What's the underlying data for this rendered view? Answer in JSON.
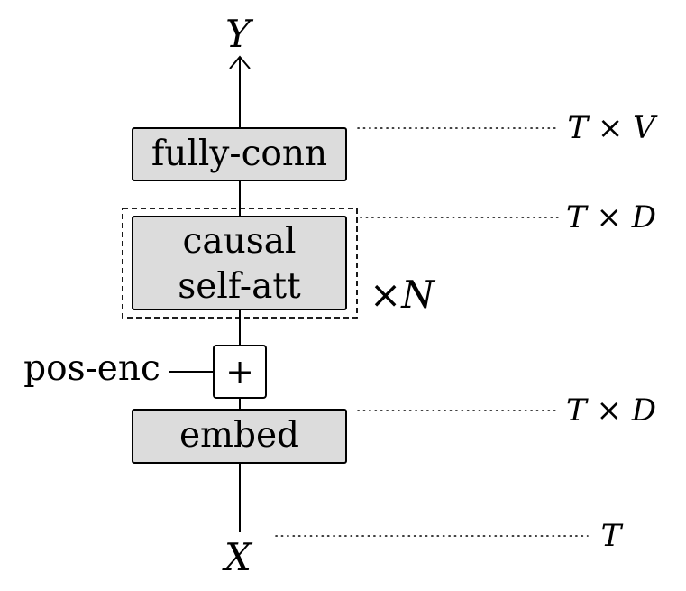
{
  "output_label": "Y",
  "input_label": "X",
  "blocks": {
    "fully_conn": "fully-conn",
    "attention_line1": "causal",
    "attention_line2": "self-att",
    "embed": "embed"
  },
  "repeat_label": "×N",
  "add_symbol": "+",
  "pos_enc_label": "pos-enc",
  "dims": {
    "fully_conn": "T × V",
    "attention": "T × D",
    "embed": "T × D",
    "input": "T"
  }
}
